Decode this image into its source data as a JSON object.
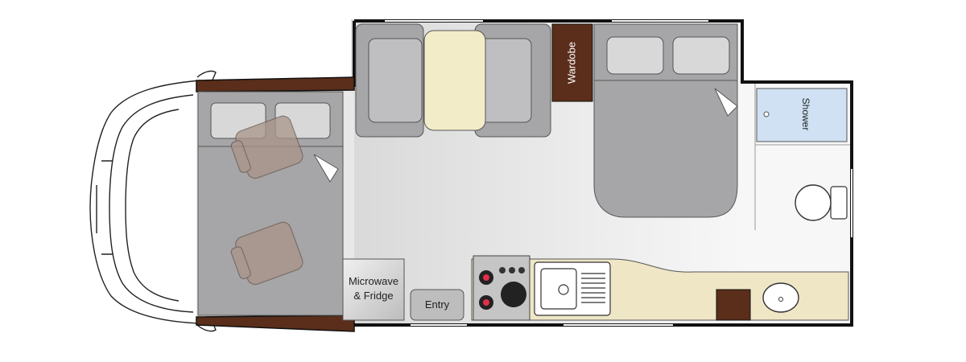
{
  "labels": {
    "wardrobe": "Wardobe",
    "shower": "Shower",
    "microwave_fridge_line1": "Microwave",
    "microwave_fridge_line2": "& Fridge",
    "entry": "Entry"
  },
  "colors": {
    "wall": "#111111",
    "floor": "#e3e3e3",
    "cab_bed": "#a6a6a8",
    "cushion": "#bfbfc1",
    "cushion_light": "#d8d8d9",
    "wood": "#5a2e1a",
    "table": "#f2ecc9",
    "counter": "#efe6c6",
    "shower_tray": "#cfe1f3",
    "seat": "#a99489",
    "appliance": "#c5c5c5"
  },
  "icons": [
    "van-cab-outline",
    "swivel-seat-icon",
    "toilet-icon",
    "sink-icon",
    "hob-icon",
    "basin-icon"
  ]
}
